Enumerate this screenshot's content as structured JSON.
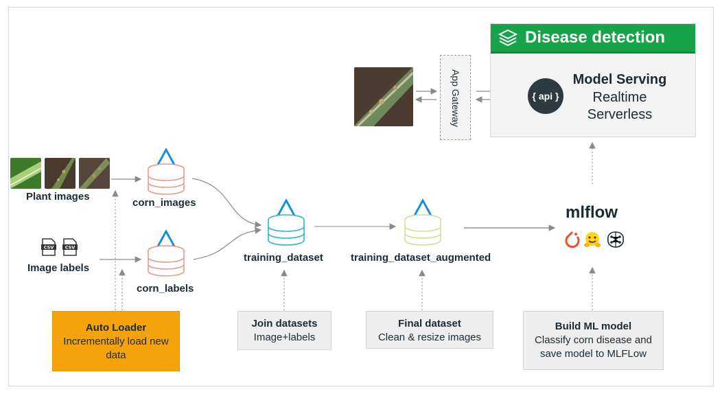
{
  "serving": {
    "title": "Disease detection",
    "heading": "Model Serving",
    "line1": "Realtime",
    "line2": "Serverless",
    "api_label": "{ api }",
    "gateway": "App Gateway"
  },
  "sources": {
    "plant_images": "Plant images",
    "image_labels": "Image labels",
    "csv_label": "CSV"
  },
  "tables": {
    "corn_images": "corn_images",
    "corn_labels": "corn_labels",
    "training_dataset": "training_dataset",
    "training_dataset_augmented": "training_dataset_augmented"
  },
  "steps": {
    "autoloader": {
      "title": "Auto Loader",
      "desc": "Incrementally load new data"
    },
    "join": {
      "title": "Join datasets",
      "desc": "Image+labels"
    },
    "final": {
      "title": "Final dataset",
      "desc": "Clean & resize images"
    },
    "build": {
      "title": "Build ML model",
      "desc": "Classify corn disease and save model to MLFLow"
    }
  },
  "mlflow": {
    "logo": "mlflow"
  },
  "colors": {
    "green_header": "#16a34a",
    "orange_box": "#f5a30a",
    "delta_blue": "#1a8fd6",
    "bronze_table": "#e79a86",
    "silver_table": "#2fb6c9",
    "gold_table": "#d6dc9c"
  }
}
